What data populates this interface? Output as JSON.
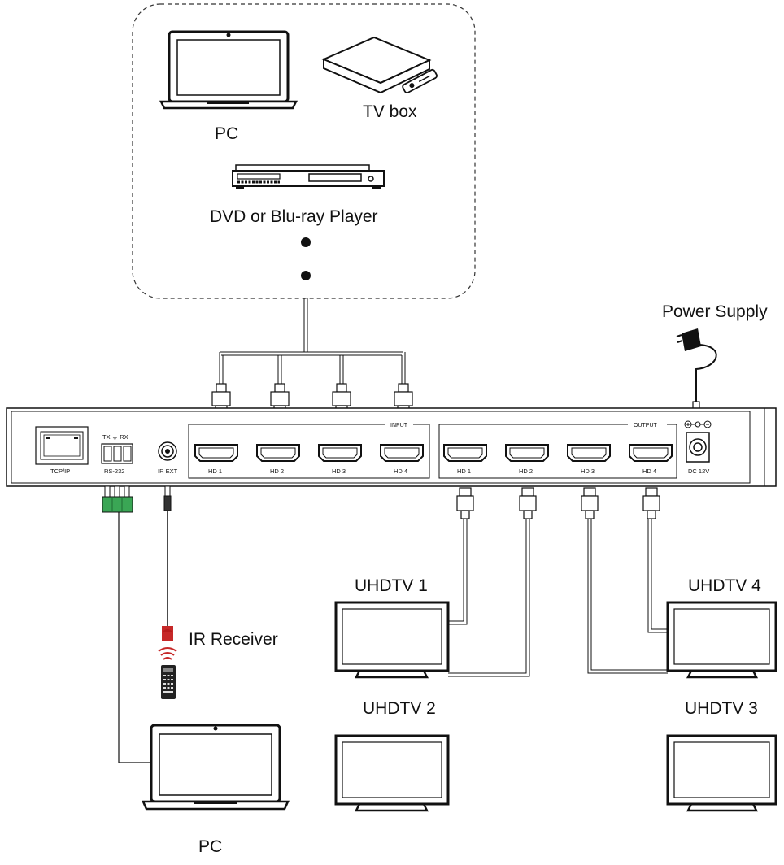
{
  "sources": {
    "pc_label": "PC",
    "tvbox_label": "TV box",
    "player_label": "DVD or Blu-ray Player"
  },
  "power": {
    "label": "Power Supply",
    "port_label": "DC 12V"
  },
  "device": {
    "input_group_label": "INPUT",
    "output_group_label": "OUTPUT",
    "input_ports": [
      "HD 1",
      "HD 2",
      "HD 3",
      "HD 4"
    ],
    "output_ports": [
      "HD 1",
      "HD 2",
      "HD 3",
      "HD 4"
    ],
    "tcpip_label": "TCP/IP",
    "rs232_label": "RS-232",
    "rs232_pins_label": "TX ⏚ RX",
    "irext_label": "IR EXT"
  },
  "control": {
    "ir_receiver_label": "IR Receiver",
    "pc_label": "PC"
  },
  "outputs": {
    "tv1": "UHDTV 1",
    "tv2": "UHDTV 2",
    "tv3": "UHDTV 3",
    "tv4": "UHDTV 4"
  },
  "colors": {
    "terminal_green": "#3aa655",
    "ir_red": "#c62828",
    "line": "#111111"
  }
}
